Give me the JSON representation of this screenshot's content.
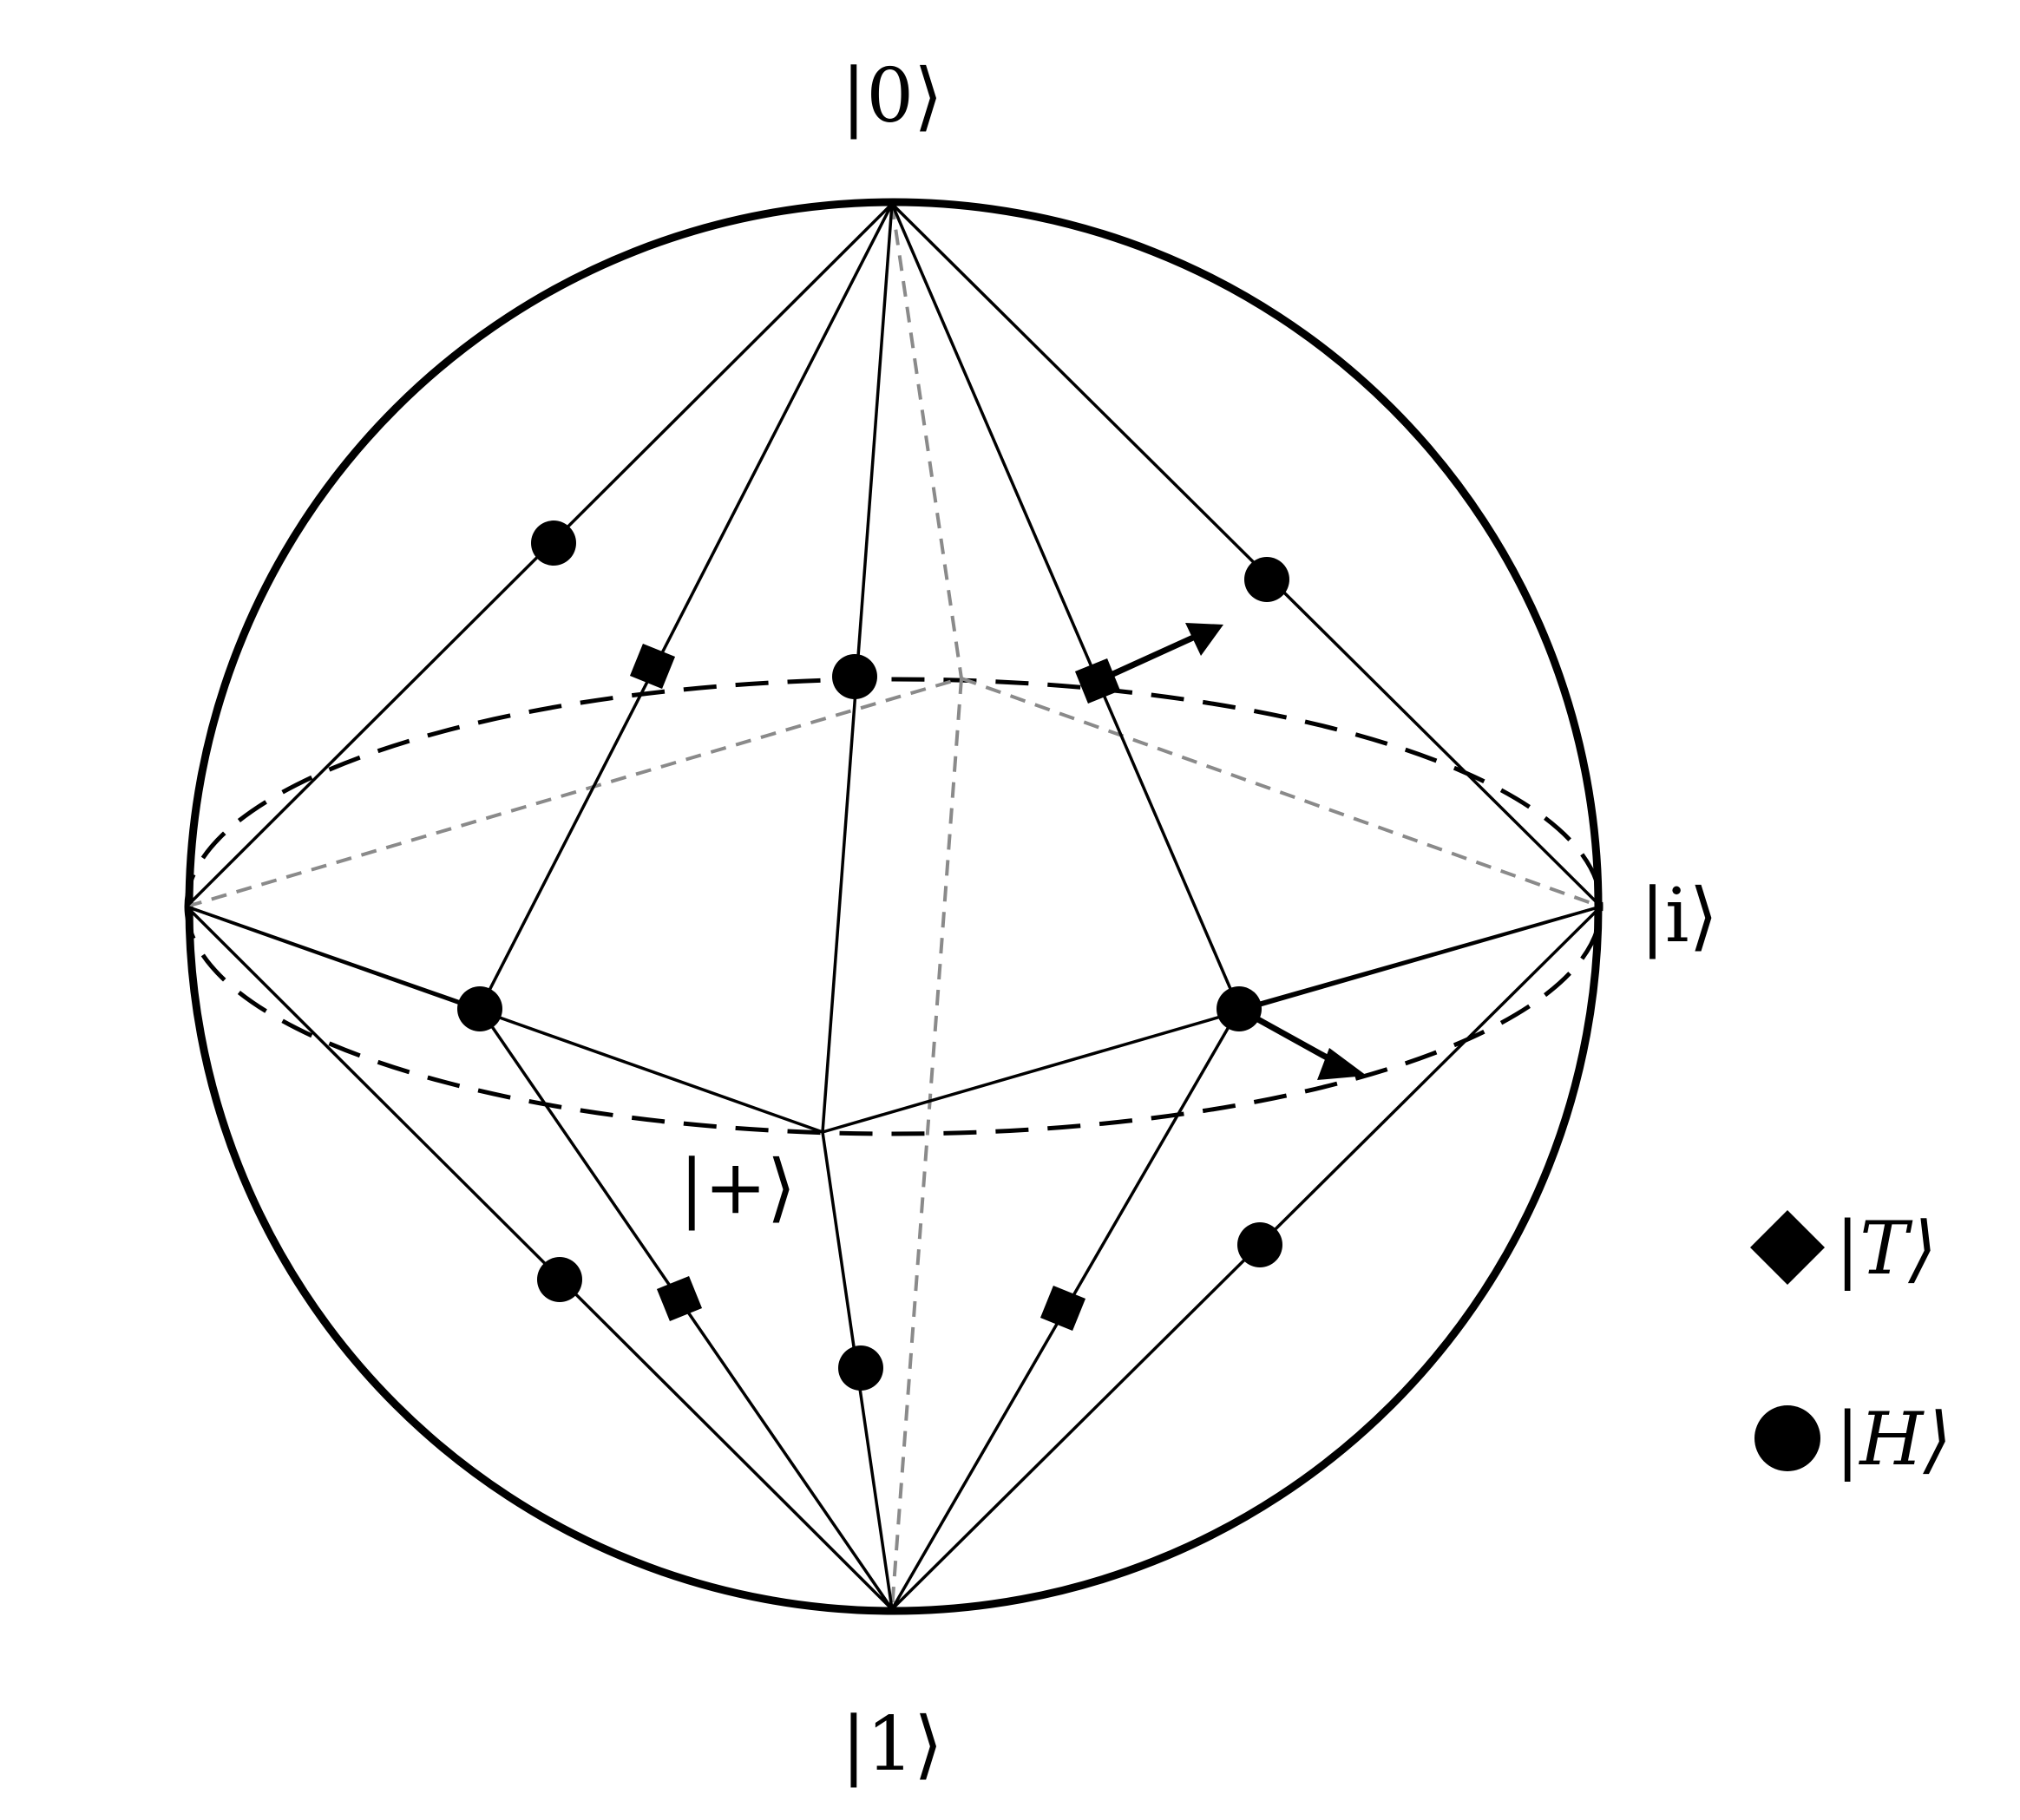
{
  "colors": {
    "ink": "#000000",
    "hidden_edge": "#8a8a8a",
    "background": "#ffffff"
  },
  "labels": {
    "zero": "|0⟩",
    "one": "|1⟩",
    "i": "|i⟩",
    "plus": "|+⟩"
  },
  "legend": {
    "t_state": "|T⟩",
    "h_state": "|H⟩",
    "t_marker": "diamond-icon",
    "h_marker": "circle-icon"
  }
}
